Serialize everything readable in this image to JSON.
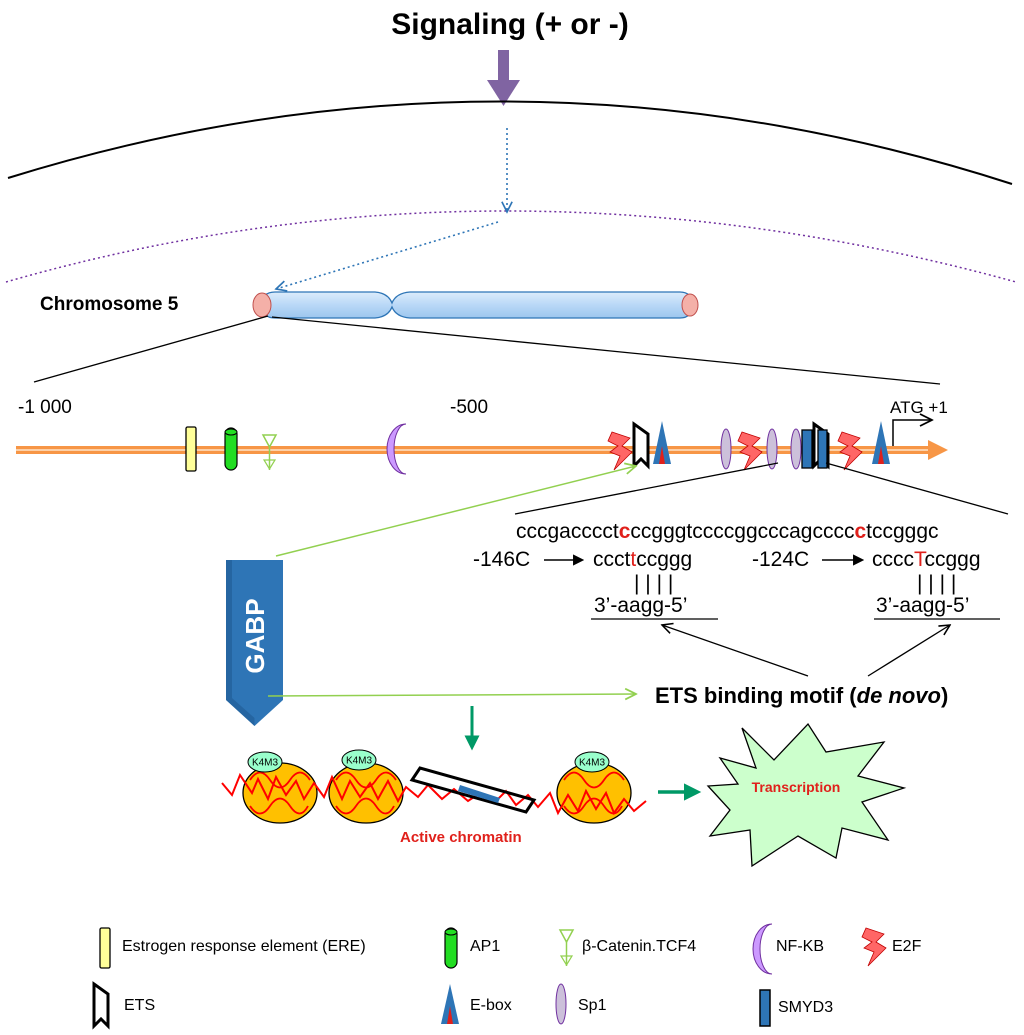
{
  "title": "Signaling (+ or -)",
  "chromosome_label": "Chromosome 5",
  "positions": {
    "minus_1000": "-1 000",
    "minus_500": "-500",
    "atg": "ATG +1"
  },
  "gabp_label": "GABP",
  "sequence": {
    "top_prefix": "cccgacccct",
    "top_mut1": "c",
    "top_middle": "ccgggtccccggcccagcccc",
    "top_mut2": "c",
    "top_suffix": "tccgggc",
    "left": {
      "mutation_label": "-146C",
      "mut_prefix": "ccct",
      "mut_base": "t",
      "mut_suffix": "ccggg",
      "bars": "| | | |",
      "complement": "3’-aagg-5’"
    },
    "right": {
      "mutation_label": "-124C",
      "mut_prefix": "cccc",
      "mut_base": "T",
      "mut_suffix": "ccggg",
      "bars": "| | | |",
      "complement": "3’-aagg-5’"
    }
  },
  "ets_motif": {
    "main": "ETS binding motif (",
    "italic": "de novo",
    "close": ")"
  },
  "chromatin": {
    "mark": "K4M3",
    "label": "Active chromatin"
  },
  "transcription_label": "Transcription",
  "legend": {
    "ere": "Estrogen response element (ERE)",
    "ap1": "AP1",
    "catenin": "β-Catenin.TCF4",
    "nfkb": "NF-KB",
    "e2f": "E2F",
    "ets": "ETS",
    "ebox": "E-box",
    "sp1": "Sp1",
    "smyd3": "SMYD3"
  },
  "colors": {
    "signal_arrow": "#8064a2",
    "chromosome": "#b9d8f7",
    "promoter": "#f79646",
    "gabp": "#2e75b6",
    "red_text": "#e0201b",
    "nucleosome": "#ffc000",
    "burst": "#ccffcc",
    "arrow_green": "#009966",
    "line_green": "#92d050"
  },
  "icons": [
    "ere-icon",
    "ap1-icon",
    "catenin-icon",
    "nfkb-icon",
    "e2f-icon",
    "ets-icon",
    "ebox-icon",
    "sp1-icon",
    "smyd3-icon"
  ]
}
